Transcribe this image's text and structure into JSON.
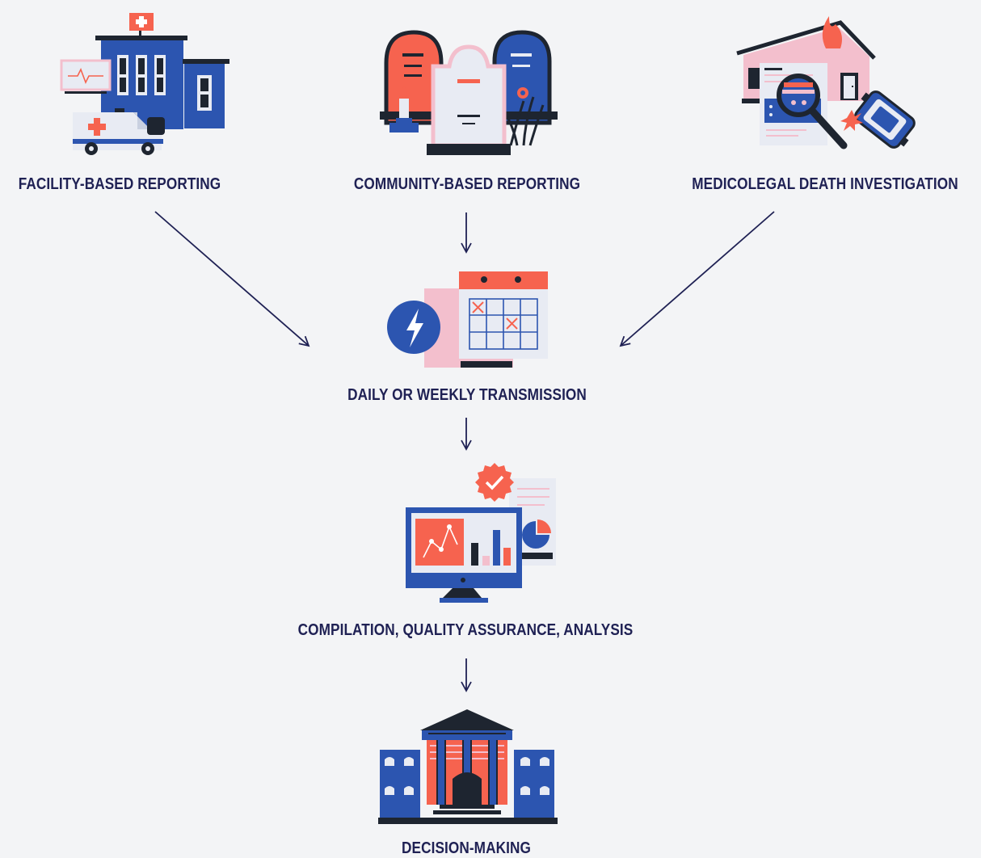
{
  "nodes": {
    "facility": {
      "label": "FACILITY-BASED REPORTING",
      "icon": "hospital-ambulance-icon"
    },
    "community": {
      "label": "COMMUNITY-BASED REPORTING",
      "icon": "gravestones-icon"
    },
    "medicolegal": {
      "label": "MEDICOLEGAL DEATH INVESTIGATION",
      "icon": "investigation-magnifier-icon"
    },
    "transmission": {
      "label": "DAILY OR WEEKLY TRANSMISSION",
      "icon": "calendar-lightning-icon"
    },
    "compilation": {
      "label": "COMPILATION, QUALITY ASSURANCE, ANALYSIS",
      "icon": "analytics-monitor-icon"
    },
    "decision": {
      "label": "DECISION-MAKING",
      "icon": "government-building-icon"
    }
  },
  "colors": {
    "navy": "#1f2154",
    "blue": "#2c55b0",
    "coral": "#f6634f",
    "pink": "#f3bfcd",
    "light": "#e8ebf3",
    "dark": "#1e2530",
    "background": "#f3f4f6"
  }
}
